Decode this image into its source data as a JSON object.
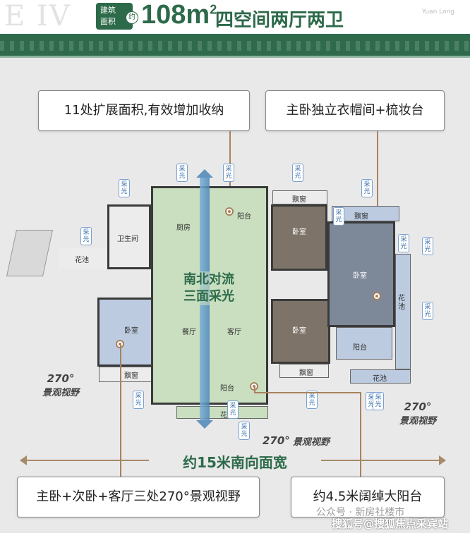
{
  "header": {
    "ghost_text": "E IV",
    "badge_line1": "建筑",
    "badge_line2": "面积",
    "badge_yue": "约",
    "area_value": "108m",
    "area_sup": "2",
    "area_desc": "四空间两厅两卫",
    "corner_mark": "Yuan Long"
  },
  "callouts": {
    "top_left": "11处扩展面积,有效增加收纳",
    "top_right": "主卧独立衣帽间+梳妆台",
    "bottom_left": "主卧+次卧+客厅三处270°景观视野",
    "bottom_right": "约4.5米阔绰大阳台"
  },
  "rooms": {
    "kitchen": "厨房",
    "balcony_top": "阳台",
    "bathroom": "卫生间",
    "flower_left": "花池",
    "dining": "餐厅",
    "living": "客厅",
    "bedroom_left": "卧室",
    "bay_left": "飘窗",
    "bedroom_mid_top": "卧室",
    "bay_mid_top": "飘窗",
    "bedroom_mid_bottom": "卧室",
    "bay_mid_bottom": "飘窗",
    "bay_right_top": "飘窗",
    "master_bedroom": "卧室",
    "balcony_right": "阳台",
    "flower_right_side": "花池",
    "flower_right_bottom": "花池",
    "balcony_bottom": "阳台",
    "flower_bottom": "花池"
  },
  "lights": [
    "采光",
    "采光",
    "采光",
    "采光",
    "采光",
    "采光",
    "采光",
    "采光",
    "采光",
    "采光",
    "采光",
    "采光",
    "采光",
    "采光",
    "采光",
    "采光"
  ],
  "convection": {
    "line1": "南北对流",
    "line2": "三面采光"
  },
  "views": {
    "left_deg": "270°",
    "left_text": "景观视野",
    "right_deg": "270°",
    "right_text": "景观视野",
    "bottom_deg": "270°",
    "bottom_text": "景观视野"
  },
  "frontage": "约15米南向面宽",
  "watermark": {
    "line1": "公众号 · 新房社楼市",
    "line2": "搜狐号@搜狐焦点采宾站"
  },
  "colors": {
    "brand_green": "#2d6a4a",
    "room_green": "#c9dfc0",
    "room_blue": "#bccbe0",
    "leader_brown": "#a9825e"
  }
}
